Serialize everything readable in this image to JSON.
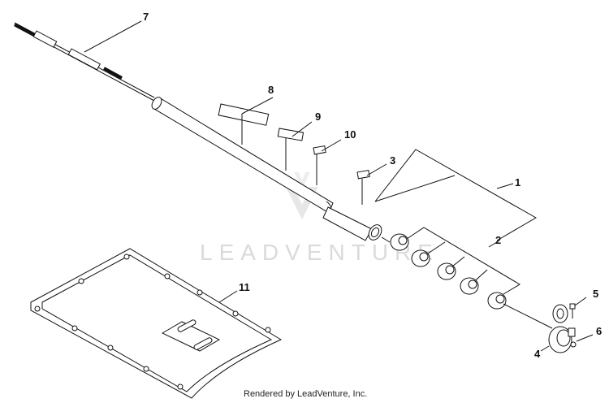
{
  "diagram": {
    "callouts": [
      "1",
      "2",
      "3",
      "4",
      "5",
      "6",
      "7",
      "8",
      "9",
      "10",
      "11"
    ],
    "watermark": "LEADVENTURE",
    "footer": "Rendered by LeadVenture, Inc."
  }
}
